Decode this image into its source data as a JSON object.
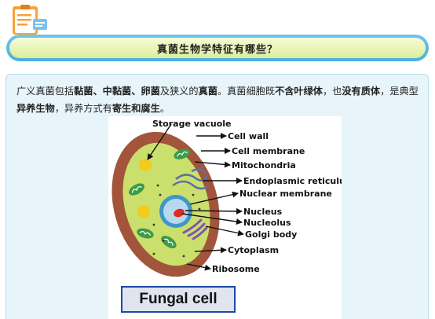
{
  "header": {
    "title": "真菌生物学特征有哪些？"
  },
  "content": {
    "paragraph": [
      {
        "text": "广义真菌包括",
        "bold": false
      },
      {
        "text": "黏菌、中黏菌、卵菌",
        "bold": true
      },
      {
        "text": "及狭义的",
        "bold": false
      },
      {
        "text": "真菌",
        "bold": true
      },
      {
        "text": "。真菌细胞既",
        "bold": false
      },
      {
        "text": "不含叶绿体",
        "bold": true
      },
      {
        "text": "，也",
        "bold": false
      },
      {
        "text": "没有质体",
        "bold": true
      },
      {
        "text": "，是典型",
        "bold": false
      },
      {
        "text": "异养生物",
        "bold": true
      },
      {
        "text": "，异养方式有",
        "bold": false
      },
      {
        "text": "寄生和腐生",
        "bold": true
      },
      {
        "text": "。",
        "bold": false
      }
    ]
  },
  "diagram": {
    "labels": {
      "storage_vacuole": "Storage vacuole",
      "cell_wall": "Cell wall",
      "cell_membrane": "Cell membrane",
      "mitochondria": "Mitochondria",
      "endoplasmic_reticulum": "Endoplasmic reticulum",
      "nuclear_membrane": "Nuclear membrane",
      "nucleus": "Nucleus",
      "nucleolus": "Nucleolus",
      "golgi_body": "Golgi body",
      "cytoplasm": "Cytoplasm",
      "ribosome": "Ribosome"
    },
    "caption": "Fungal cell",
    "colors": {
      "cell_wall": "#a2553a",
      "cytoplasm": "#cbdf6c",
      "vacuole": "#f3cb1c",
      "mitochondria": "#3e9a47",
      "nucleus_outer": "#3f96c8",
      "nucleus_inner": "#b6d9f0",
      "nucleolus": "#e02a1c",
      "er": "#5d6fa7",
      "golgi": "#7b57a8"
    }
  }
}
